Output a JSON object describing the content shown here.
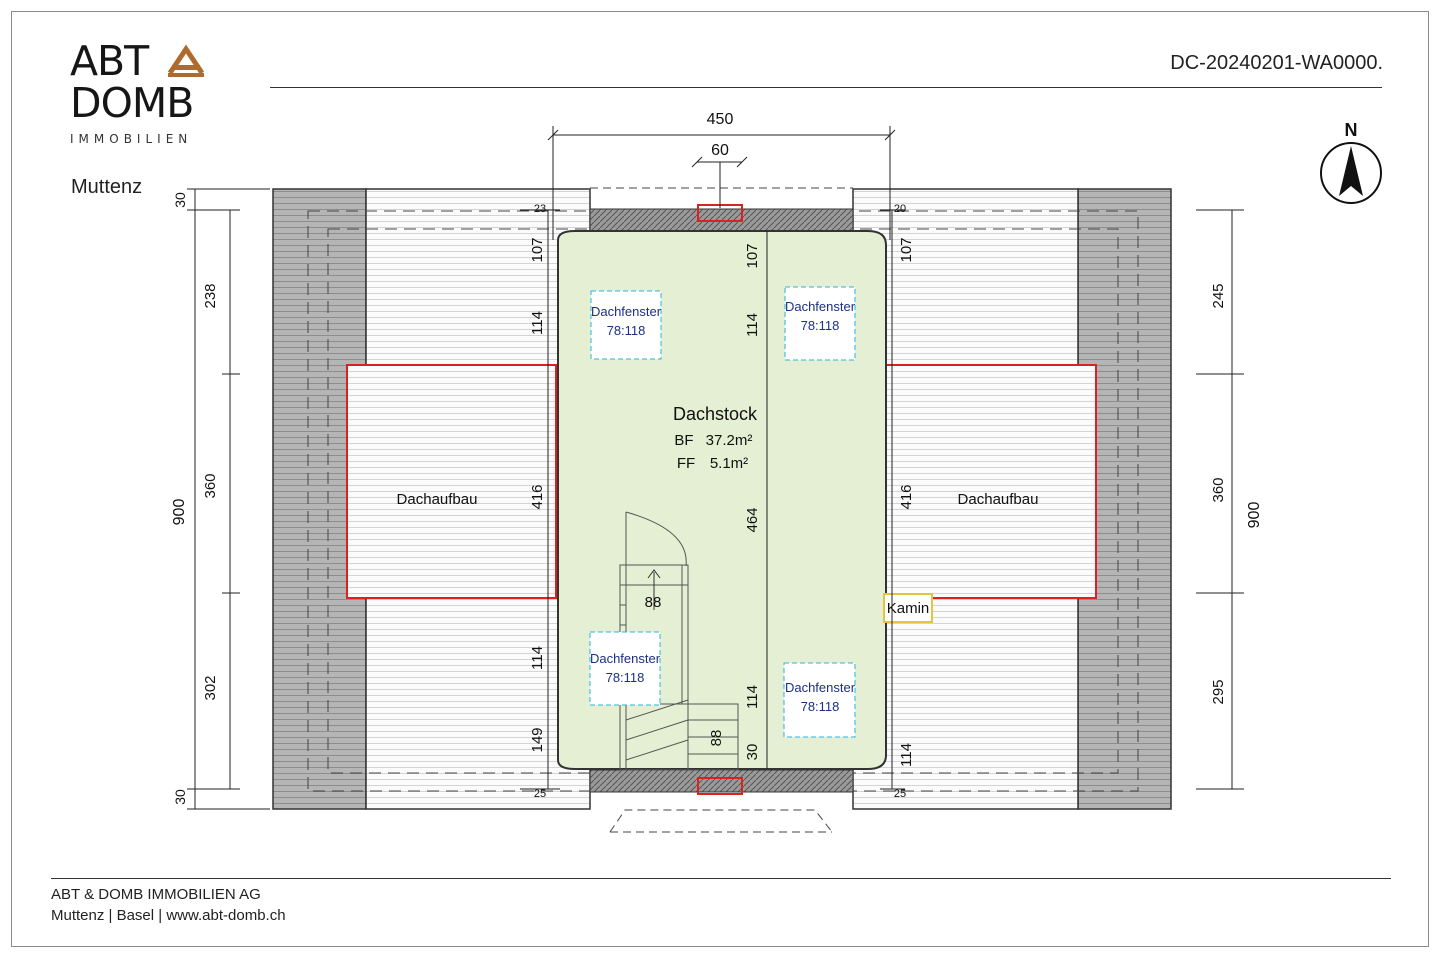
{
  "header": {
    "logo_line1": "ABT",
    "logo_line2": "DOMB",
    "logo_sub": "IMMOBILIEN",
    "location": "Muttenz",
    "doc_id": "DC-20240201-WA0000."
  },
  "compass": {
    "label": "N"
  },
  "rooms": {
    "main_name": "Dachstock",
    "bf_label": "BF",
    "bf_value": "37.2m²",
    "ff_label": "FF",
    "ff_value": "5.1m²",
    "dormer_left": "Dachaufbau",
    "dormer_right": "Dachaufbau",
    "chimney": "Kamin"
  },
  "skylights": [
    {
      "label": "Dachfenster",
      "size": "78:118"
    },
    {
      "label": "Dachfenster",
      "size": "78:118"
    },
    {
      "label": "Dachfenster",
      "size": "78:118"
    },
    {
      "label": "Dachfenster",
      "size": "78:118"
    }
  ],
  "dimensions": {
    "top_total": "450",
    "top_opening": "60",
    "left_total": "900",
    "left_segments": [
      "30",
      "238",
      "360",
      "302",
      "30"
    ],
    "right_total": "900",
    "right_segments": [
      "245",
      "360",
      "295"
    ],
    "inner_left": [
      "23",
      "107",
      "114",
      "416",
      "114",
      "149",
      "25"
    ],
    "inner_center": [
      "107",
      "114",
      "464",
      "114",
      "30"
    ],
    "inner_right": [
      "20",
      "107",
      "416",
      "114",
      "25"
    ],
    "stair_upper": "88",
    "stair_lower": "88"
  },
  "colors": {
    "room_fill": "#e4efd3",
    "dormer_outline": "#e02020",
    "roof_hatch": "#a9a9a9",
    "skylight_outline": "#2ab3e0",
    "skylight_text": "#1b2f86",
    "chimney_outline": "#e5c441",
    "logo_accent": "#b06a2c"
  },
  "footer": {
    "company": "ABT & DOMB IMMOBILIEN AG",
    "address": "Muttenz | Basel | www.abt-domb.ch"
  }
}
